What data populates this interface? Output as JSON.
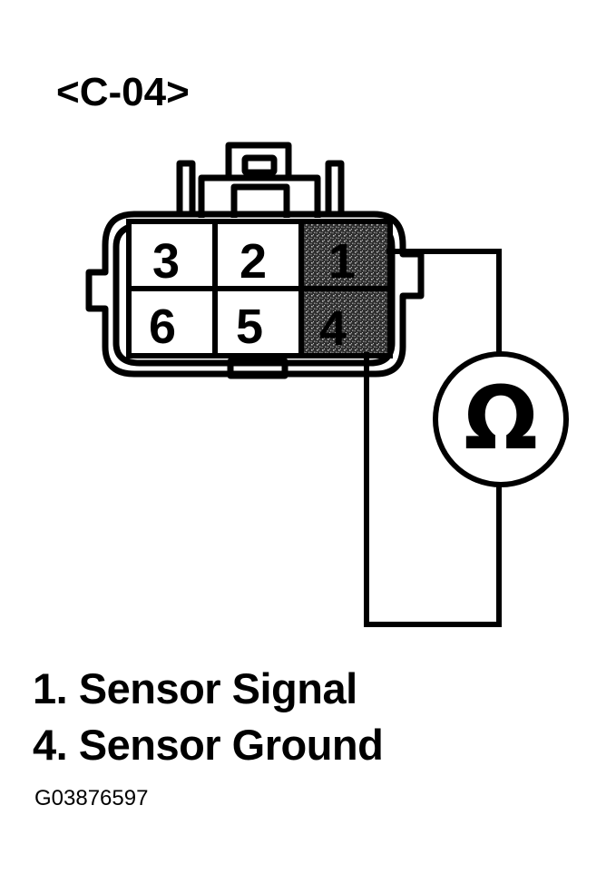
{
  "connector_label": "<C-04>",
  "pins": [
    {
      "number": "3",
      "highlighted": false
    },
    {
      "number": "2",
      "highlighted": false
    },
    {
      "number": "1",
      "highlighted": true
    },
    {
      "number": "6",
      "highlighted": false
    },
    {
      "number": "5",
      "highlighted": false
    },
    {
      "number": "4",
      "highlighted": true
    }
  ],
  "meter_symbol": "Ω",
  "legend": [
    {
      "text": "1. Sensor Signal"
    },
    {
      "text": "4. Sensor Ground"
    }
  ],
  "figure_code": "G03876597",
  "colors": {
    "line": "#000000",
    "background": "#ffffff",
    "highlight_fill": "#3a3a3a"
  }
}
